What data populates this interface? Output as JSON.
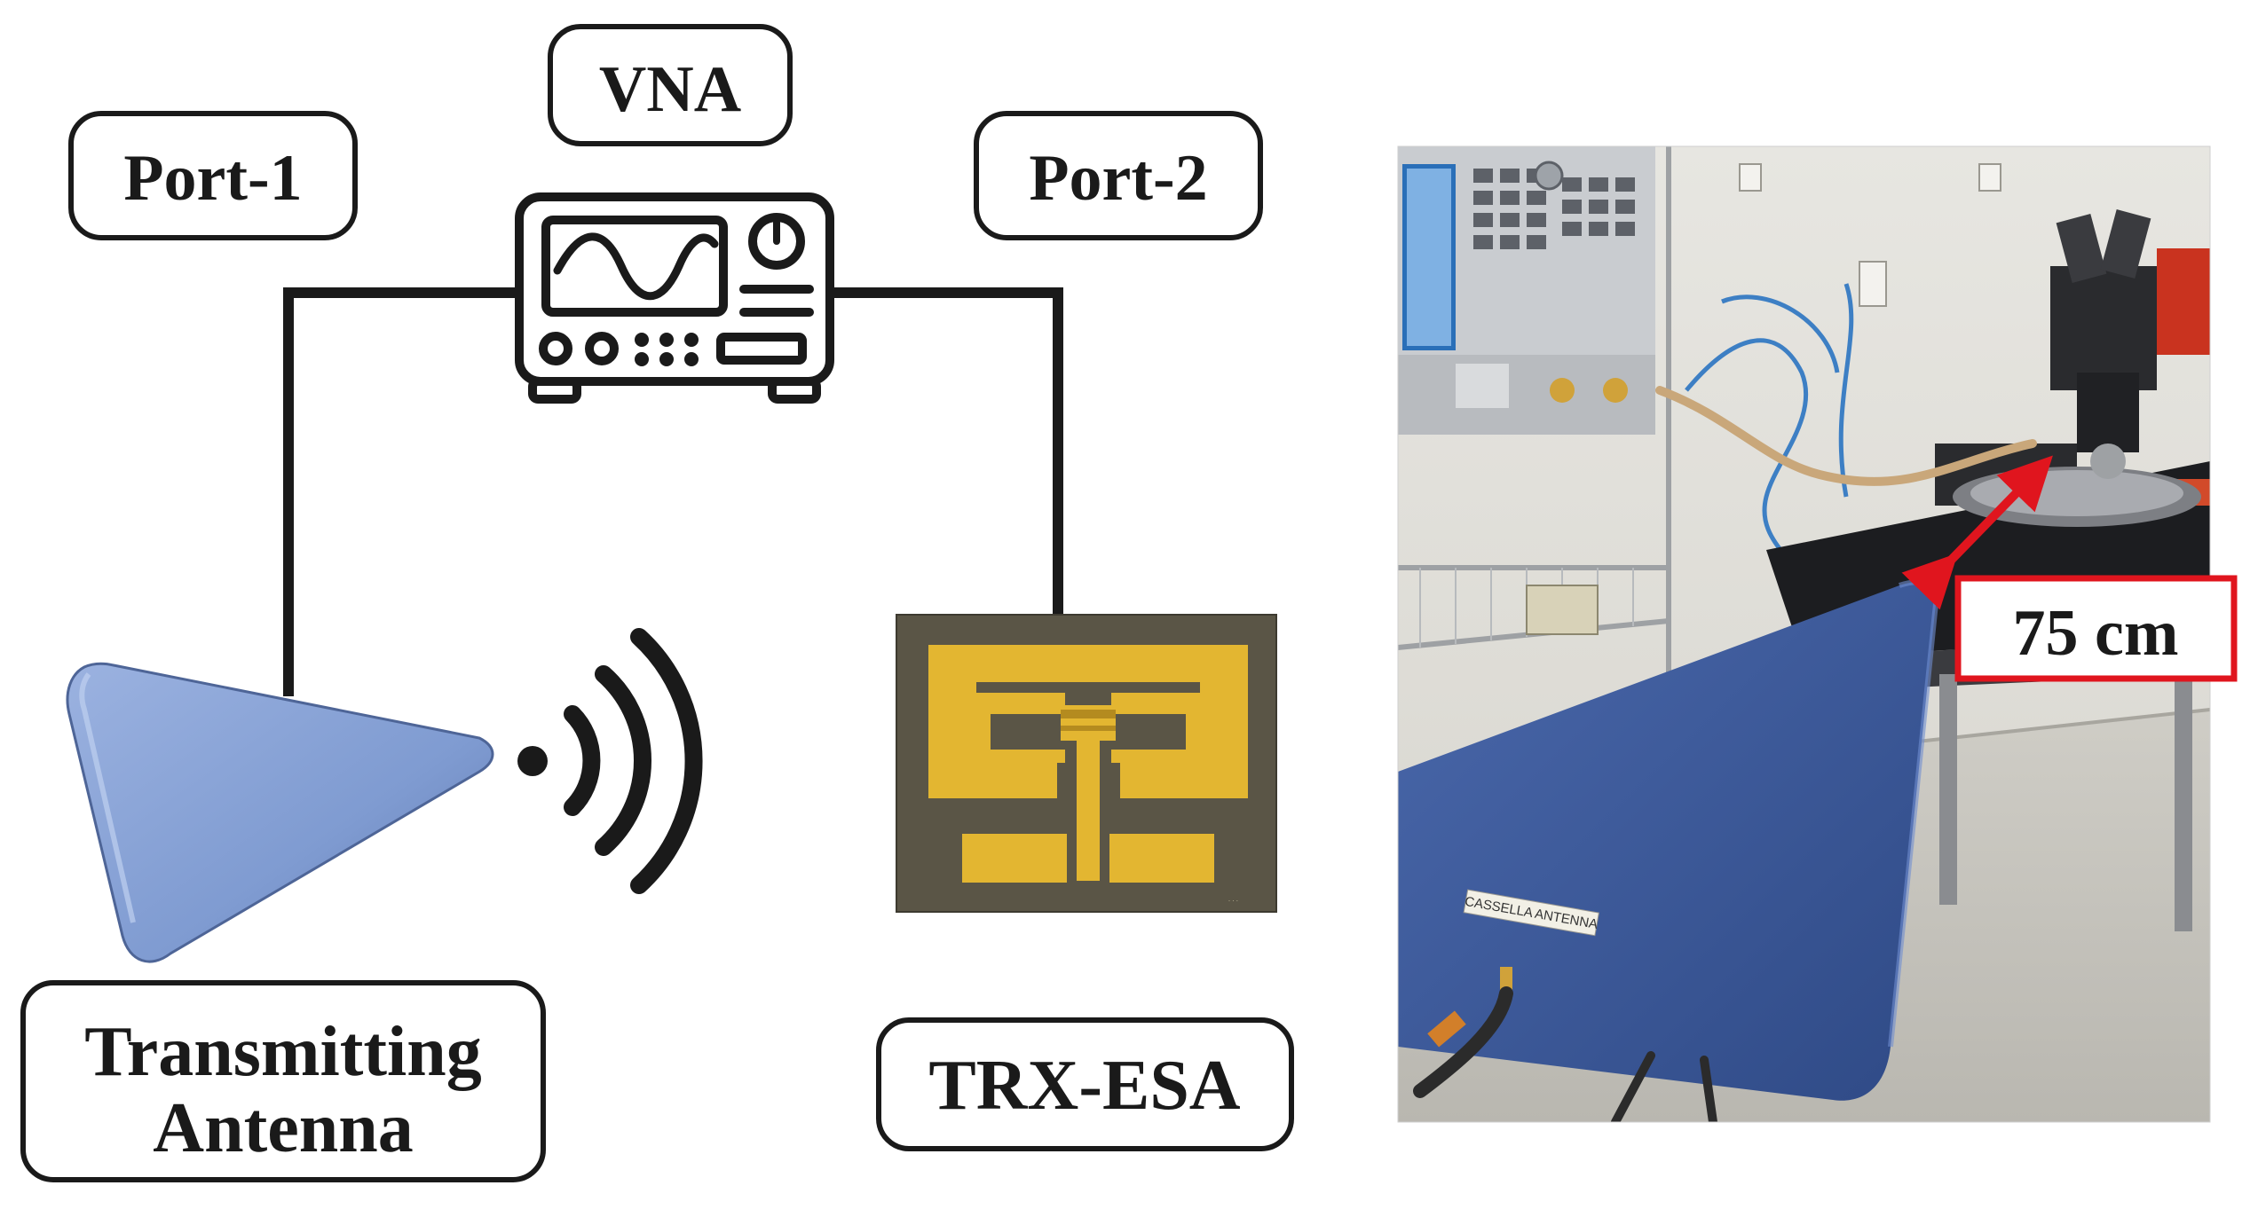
{
  "labels": {
    "vna": "VNA",
    "port1": "Port-1",
    "port2": "Port-2",
    "tx_line1": "Transmitting",
    "tx_line2": "Antenna",
    "trx": "TRX-ESA",
    "distance": "75 cm"
  },
  "photo_text": {
    "antenna_tag": "CASSELLA ANTENNA"
  },
  "colors": {
    "ink": "#1a1a1a",
    "antenna_blue": "#7f9bd1",
    "photo_antenna_blue": "#3d5a9c",
    "chip_gold": "#e3b631",
    "chip_substrate": "#5a5546",
    "callout_red": "#e0151e"
  },
  "icons": {
    "vna": "vna-instrument-icon",
    "wireless": "wireless-waves-icon",
    "antenna": "triangular-antenna-icon",
    "chip": "esa-chip-photo",
    "arrow": "double-headed-arrow"
  }
}
